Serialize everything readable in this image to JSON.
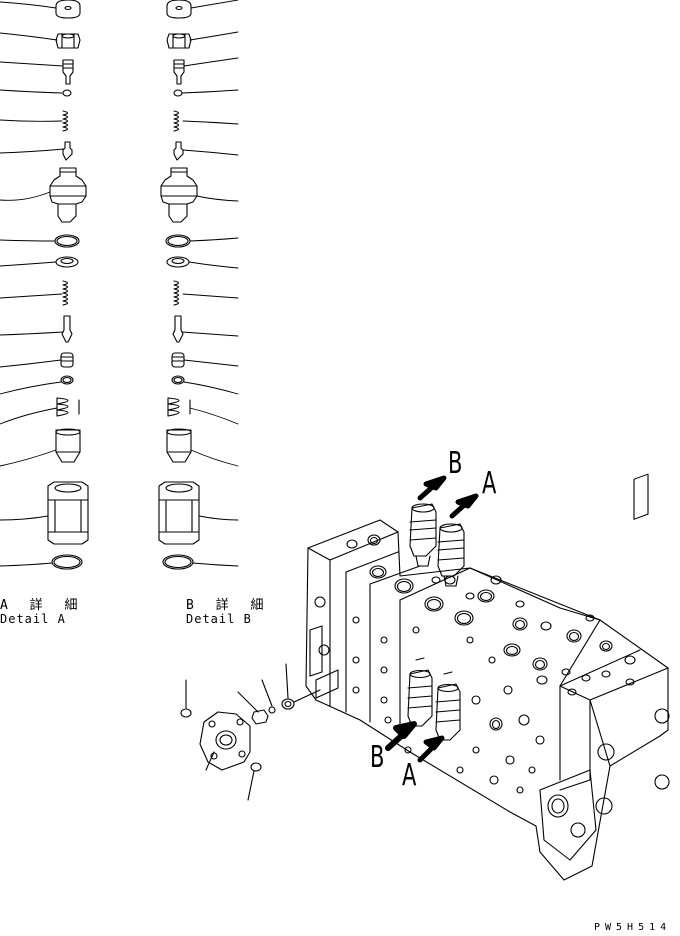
{
  "figure": {
    "detail_a": {
      "jp": "A 詳 細",
      "en": "Detail A"
    },
    "detail_b": {
      "jp": "B 詳 細",
      "en": "Detail B"
    },
    "callouts": {
      "upper_b": "B",
      "upper_a": "A",
      "lower_b": "B",
      "lower_a": "A"
    },
    "drawing_code": "PW5H514"
  },
  "colors": {
    "ink": "#000000",
    "paper": "#ffffff"
  }
}
